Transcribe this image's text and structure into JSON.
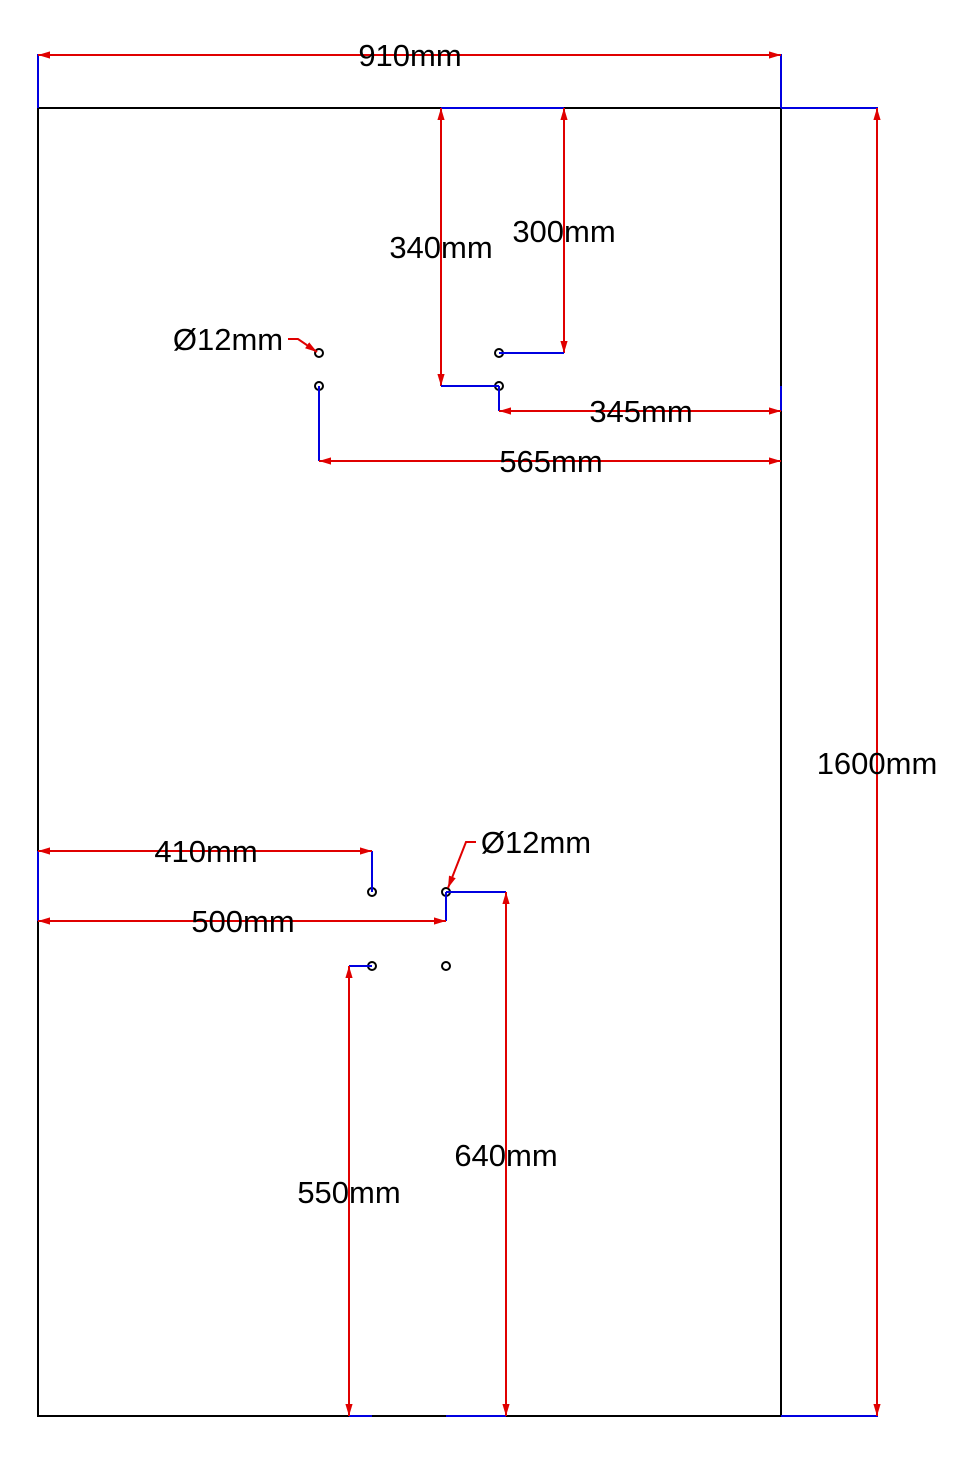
{
  "drawing": {
    "overall_width": "910mm",
    "overall_height": "1600mm",
    "top_group": {
      "hole_diameter": "Ø12mm",
      "dim_from_top_lower": "340mm",
      "dim_from_top_upper": "300mm",
      "dim_from_right_inner": "345mm",
      "dim_from_right_outer": "565mm"
    },
    "bottom_group": {
      "hole_diameter": "Ø12mm",
      "dim_from_left_inner": "410mm",
      "dim_from_left_outer": "500mm",
      "dim_from_bottom_outer": "640mm",
      "dim_from_bottom_inner": "550mm"
    },
    "colors": {
      "dimension": "#e00000",
      "extension": "#0000e0",
      "outline": "#000000"
    }
  }
}
